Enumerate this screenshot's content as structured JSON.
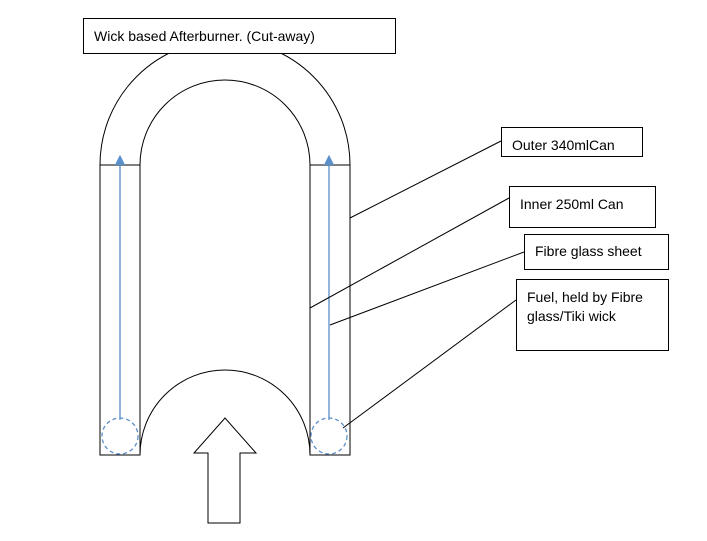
{
  "title": "Wick based Afterburner. (Cut-away)",
  "labels": {
    "outer_can": "Outer 340mlCan",
    "inner_can": "Inner 250ml Can",
    "fibre_glass": "Fibre glass sheet",
    "fuel": "Fuel, held by Fibre glass/Tiki wick"
  },
  "colors": {
    "outline": "#000000",
    "wick_flow": "#5b8fc9"
  },
  "icons": {
    "airflow": "up-arrow-icon",
    "fuel_wick": "dashed-circle-icon"
  }
}
